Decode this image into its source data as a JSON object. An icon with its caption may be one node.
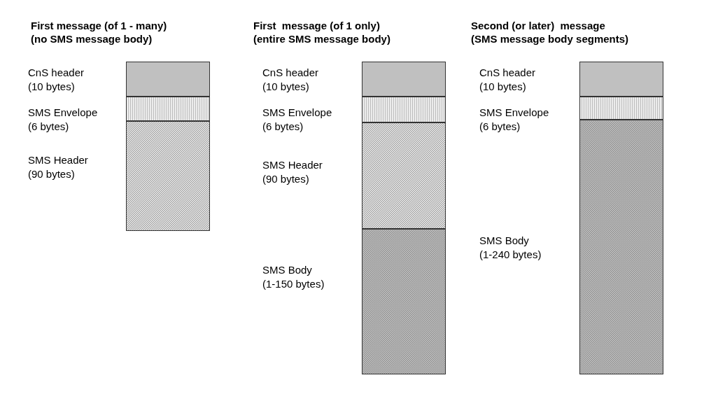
{
  "diagram": {
    "nodes": [
      {
        "text": [],
        "shape": "box",
        "beside": [
          "CnS header",
          "(10 bytes)"
        ]
      },
      {
        "text": [],
        "shape": "box",
        "beside": [
          "SMS Envelope",
          "(6 bytes)"
        ]
      },
      {
        "text": [],
        "shape": "box",
        "beside": [
          "SMS Header",
          "(90 bytes)"
        ]
      },
      {
        "text": [],
        "shape": "box",
        "beside": [
          "CnS header",
          "(10 bytes)"
        ]
      },
      {
        "text": [],
        "shape": "box",
        "beside": [
          "SMS Envelope",
          "(6 bytes)"
        ]
      },
      {
        "text": [],
        "shape": "box",
        "beside": [
          "SMS Header",
          "(90 bytes)"
        ]
      },
      {
        "text": [],
        "shape": "box",
        "beside": [
          "SMS Body",
          "(1-150 bytes)"
        ]
      },
      {
        "text": [],
        "shape": "box",
        "beside": [
          "CnS header",
          "(10 bytes)"
        ]
      },
      {
        "text": [],
        "shape": "box",
        "beside": [
          "SMS Envelope",
          "(6 bytes)"
        ]
      },
      {
        "text": [],
        "shape": "box",
        "beside": [
          "SMS Body",
          "(1-240 bytes)"
        ]
      }
    ],
    "labels": [
      "First message (of 1 - many)",
      "(no SMS message body)",
      "First  message (of 1 only)",
      "(entire SMS message body)",
      "Second (or later)  message",
      "(SMS message body segments)"
    ]
  }
}
